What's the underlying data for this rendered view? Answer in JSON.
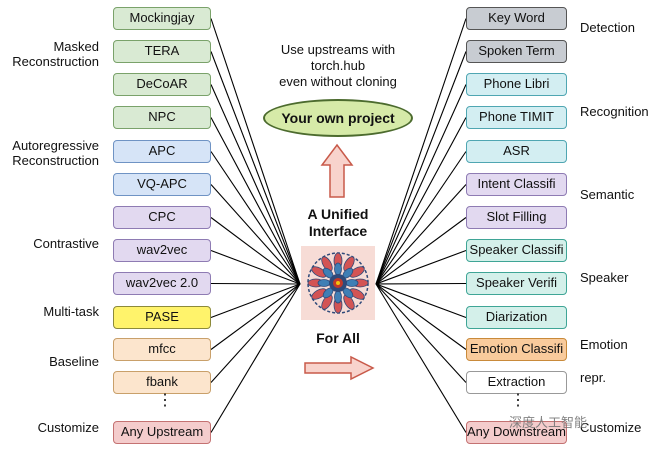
{
  "left_groups": [
    {
      "label": "Masked\nReconstruction",
      "items": [
        {
          "text": "Mockingjay",
          "color": "c-green"
        },
        {
          "text": "TERA",
          "color": "c-green"
        },
        {
          "text": "DeCoAR",
          "color": "c-green"
        },
        {
          "text": "NPC",
          "color": "c-green"
        }
      ]
    },
    {
      "label": "Autoregressive\nReconstruction",
      "items": [
        {
          "text": "APC",
          "color": "c-blue"
        },
        {
          "text": "VQ-APC",
          "color": "c-blue"
        }
      ]
    },
    {
      "label": "Contrastive",
      "items": [
        {
          "text": "CPC",
          "color": "c-purple"
        },
        {
          "text": "wav2vec",
          "color": "c-purple"
        },
        {
          "text": "wav2vec 2.0",
          "color": "c-purple"
        }
      ]
    },
    {
      "label": "Multi-task",
      "items": [
        {
          "text": "PASE",
          "color": "c-yellow"
        }
      ]
    },
    {
      "label": "Baseline",
      "items": [
        {
          "text": "mfcc",
          "color": "c-orange"
        },
        {
          "text": "fbank",
          "color": "c-orange"
        }
      ]
    },
    {
      "label": "Customize",
      "items": [
        {
          "text": "Any Upstream",
          "color": "c-red"
        }
      ]
    }
  ],
  "right_groups": [
    {
      "label": "Detection",
      "items": [
        {
          "text": "Key Word",
          "color": "c-gray"
        },
        {
          "text": "Spoken Term",
          "color": "c-gray"
        }
      ]
    },
    {
      "label": "Recognition",
      "items": [
        {
          "text": "Phone Libri",
          "color": "c-cyan"
        },
        {
          "text": "Phone TIMIT",
          "color": "c-cyan"
        },
        {
          "text": "ASR",
          "color": "c-cyan"
        }
      ]
    },
    {
      "label": "Semantic",
      "items": [
        {
          "text": "Intent Classifi",
          "color": "c-purple"
        },
        {
          "text": "Slot Filling",
          "color": "c-purple"
        }
      ]
    },
    {
      "label": "Speaker",
      "items": [
        {
          "text": "Speaker Classifi",
          "color": "c-teal"
        },
        {
          "text": "Speaker Verifi",
          "color": "c-teal"
        },
        {
          "text": "Diarization",
          "color": "c-teal"
        }
      ]
    },
    {
      "label": "Emotion",
      "items": [
        {
          "text": "Emotion Classifi",
          "color": "c-amber"
        }
      ]
    },
    {
      "label": "repr.",
      "items": [
        {
          "text": "Extraction",
          "color": "c-white"
        }
      ]
    },
    {
      "label": "Customize",
      "items": [
        {
          "text": "Any Downstream",
          "color": "c-red"
        }
      ]
    }
  ],
  "top_note": {
    "line1": "Use upstreams with",
    "line2": "torch.hub",
    "line3": "even without cloning"
  },
  "project_label": "Your own project",
  "center_title": {
    "line1": "A Unified",
    "line2": "Interface"
  },
  "for_all": "For All",
  "ellipsis": "⋮",
  "watermark": "深度人工智能",
  "colors": {
    "line": "#000000",
    "arrow_fill": "#f8d3cc",
    "arrow_stroke": "#c85a4a"
  }
}
